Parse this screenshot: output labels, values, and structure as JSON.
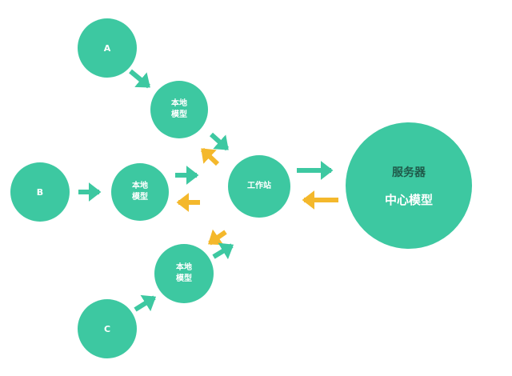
{
  "diagram": {
    "colors": {
      "node_fill": "#3dc8a1",
      "arrow_upload": "#3dc8a1",
      "arrow_download": "#f4b82c",
      "background": "#ffffff"
    },
    "nodes": {
      "client_a": {
        "label": "A"
      },
      "client_b": {
        "label": "B"
      },
      "client_c": {
        "label": "C"
      },
      "local_model_top": {
        "line1": "本地",
        "line2": "模型"
      },
      "local_model_mid": {
        "line1": "本地",
        "line2": "模型"
      },
      "local_model_bottom": {
        "line1": "本地",
        "line2": "模型"
      },
      "workstation": {
        "label": "工作站"
      },
      "server": {
        "title": "服务器",
        "subtitle": "中心模型"
      }
    },
    "edges": [
      {
        "from": "client_a",
        "to": "local_model_top",
        "color": "green"
      },
      {
        "from": "client_b",
        "to": "local_model_mid",
        "color": "green"
      },
      {
        "from": "client_c",
        "to": "local_model_bottom",
        "color": "green"
      },
      {
        "from": "local_model_top",
        "to": "workstation",
        "color": "green"
      },
      {
        "from": "workstation",
        "to": "local_model_top",
        "color": "yellow"
      },
      {
        "from": "local_model_mid",
        "to": "workstation",
        "color": "green"
      },
      {
        "from": "workstation",
        "to": "local_model_mid",
        "color": "yellow"
      },
      {
        "from": "local_model_bottom",
        "to": "workstation",
        "color": "green"
      },
      {
        "from": "workstation",
        "to": "local_model_bottom",
        "color": "yellow"
      },
      {
        "from": "workstation",
        "to": "server",
        "color": "green"
      },
      {
        "from": "server",
        "to": "workstation",
        "color": "yellow"
      }
    ]
  }
}
